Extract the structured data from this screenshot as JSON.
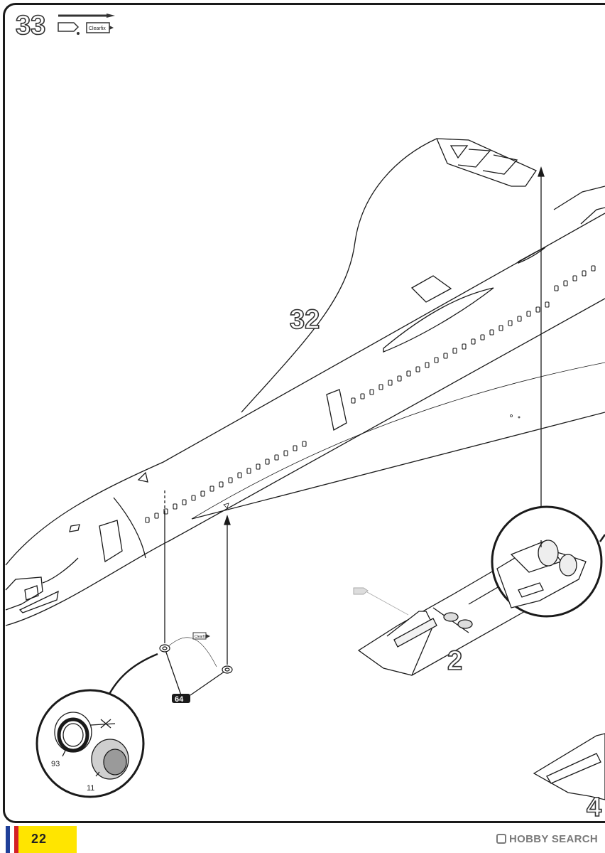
{
  "step": {
    "number": "33",
    "glue_label": "Clearfix"
  },
  "callouts": {
    "previous_step": "32",
    "sub_step_a": "2",
    "sub_step_b": "4",
    "part_64": "64",
    "part_93": "93",
    "part_11": "11",
    "small_glue_label": "Clearfix"
  },
  "footer": {
    "page_number": "22",
    "watermark": "HOBBY SEARCH",
    "flag_colors": [
      "#1f3f99",
      "#ffffff",
      "#d32027"
    ]
  },
  "colors": {
    "line": "#1a1a1a",
    "accent_yellow": "#ffe500"
  }
}
